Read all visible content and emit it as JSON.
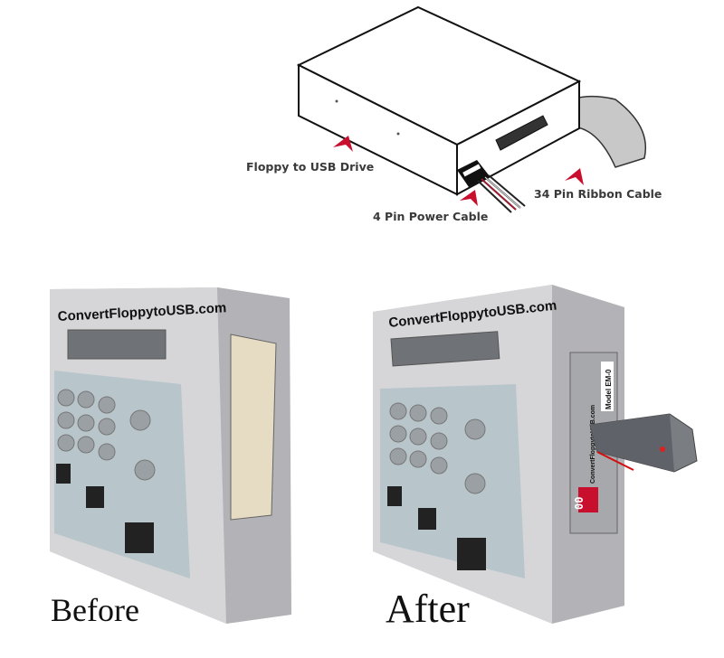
{
  "diagram": {
    "labels": {
      "drive": "Floppy to USB Drive",
      "power": "4 Pin Power Cable",
      "ribbon": "34 Pin Ribbon Cable"
    },
    "arrow_color": "#c8102e"
  },
  "photos": {
    "before": {
      "brand": "ConvertFloppytoUSB.com",
      "caption": "Before"
    },
    "after": {
      "brand": "ConvertFloppytoUSB.com",
      "caption": "After",
      "device_brand": "ConvertFloppytoUSB.com",
      "model": "Model EM-0",
      "display": "00"
    }
  }
}
